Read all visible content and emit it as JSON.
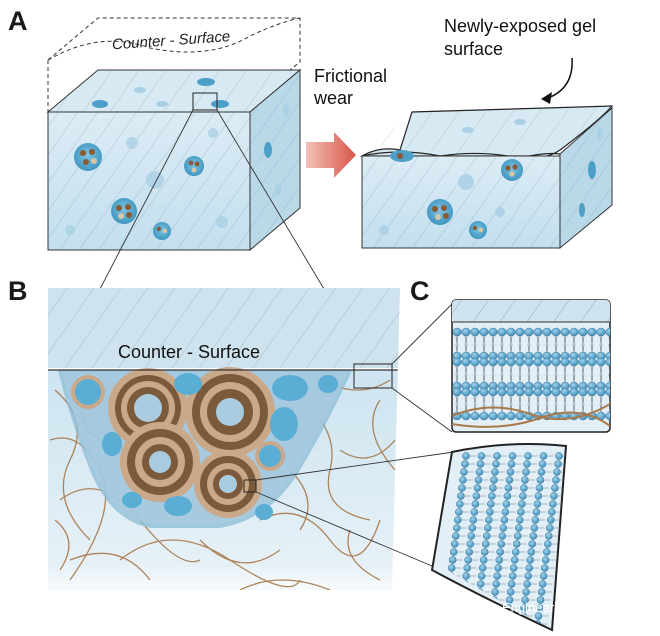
{
  "panels": {
    "a": {
      "letter": "A",
      "counter_surface": "Counter - Surface",
      "frictional_wear": [
        "Frictional",
        "wear"
      ],
      "newly_exposed": [
        "Newly-exposed gel",
        "surface"
      ]
    },
    "b": {
      "letter": "B",
      "counter_surface": "Counter - Surface"
    },
    "c": {
      "letter": "C"
    }
  },
  "watermark": "EngineeringForLife",
  "colors": {
    "gel": "#c9e2ef",
    "gel_dark": "#9fc9e0",
    "vesicle": "#5aaed3",
    "ring_brown": "#7a5a3a",
    "fiber": "#a8794a",
    "arrow": "#d9544a",
    "outline": "#1a1a1a"
  },
  "icons": [
    "wechat-icon"
  ]
}
